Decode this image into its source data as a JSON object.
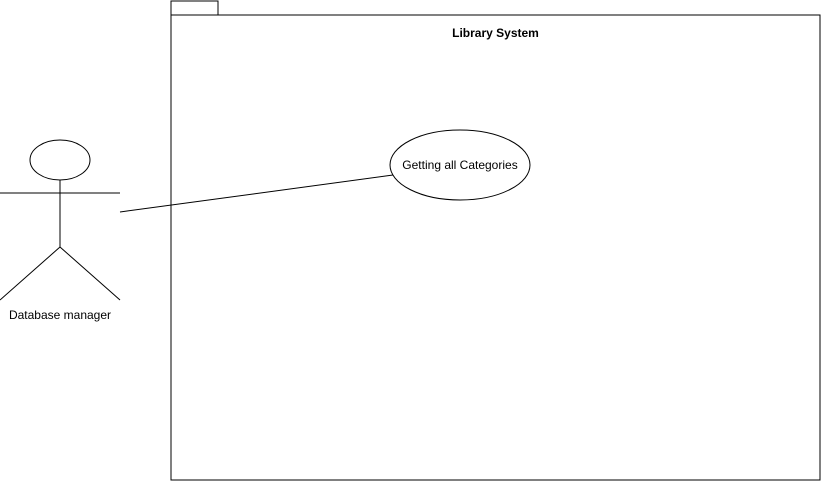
{
  "diagram": {
    "type": "uml-use-case",
    "system": {
      "title": "Library System"
    },
    "actors": [
      {
        "label": "Database manager"
      }
    ],
    "use_cases": [
      {
        "label": "Getting all Categories"
      }
    ],
    "associations": [
      {
        "from": "Database manager",
        "to": "Getting all Categories"
      }
    ],
    "colors": {
      "stroke": "#000000",
      "background": "#ffffff"
    }
  }
}
